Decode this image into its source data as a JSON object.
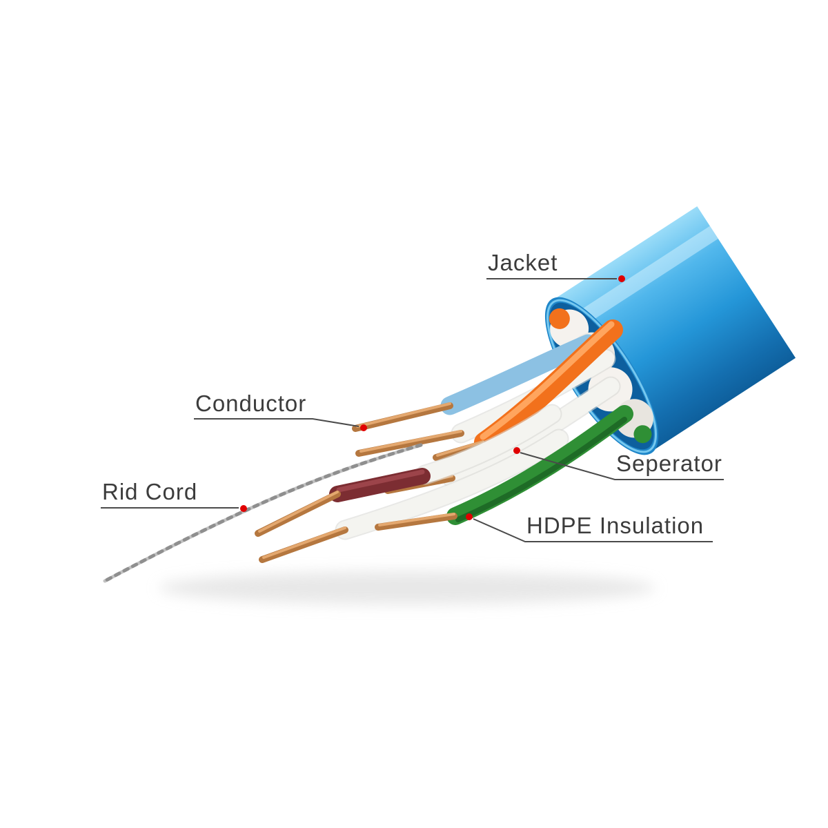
{
  "diagram": {
    "type": "labeled-illustration",
    "subject": "network-cable-cutaway",
    "labels": [
      {
        "id": "jacket",
        "text": "Jacket"
      },
      {
        "id": "conductor",
        "text": "Conductor"
      },
      {
        "id": "rid_cord",
        "text": "Rid Cord"
      },
      {
        "id": "seperator",
        "text": "Seperator"
      },
      {
        "id": "hdpe_insulation",
        "text": "HDPE Insulation"
      }
    ],
    "colors": {
      "jacket_blue": "#2496d8",
      "jacket_highlight": "#9adcf8",
      "jacket_shadow": "#0e5f9c",
      "orange_wire": "#f2711c",
      "green_wire": "#2f8f35",
      "brown_wire": "#7c2d32",
      "blue_wire": "#8cc1e3",
      "white_wire": "#f4f4f0",
      "copper": "#b5773f",
      "rip_cord": "#c2c2c2",
      "callout_dot": "#e00000",
      "label_text": "#3c3c3c",
      "background": "#ffffff"
    }
  }
}
